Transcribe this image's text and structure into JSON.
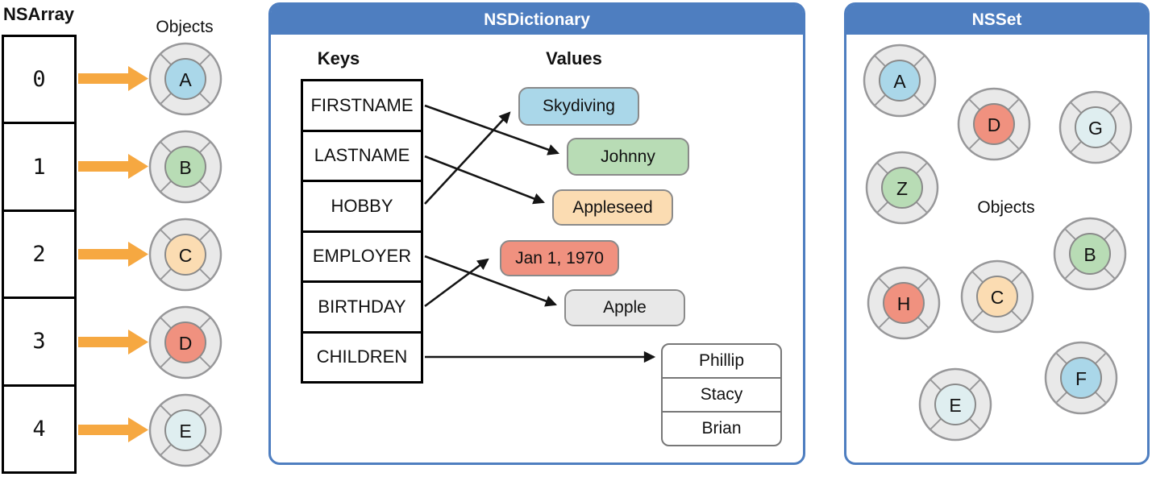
{
  "palette": {
    "header_blue": "#4E7EC0",
    "panel_border_blue": "#4E7EC0",
    "arrow_orange": "#F6A841",
    "arrow_black": "#151515",
    "ring_fill": "#E9E9E9",
    "ring_border": "#98989A",
    "inner_border": "#8a8a8a",
    "token_colors": {
      "lightblue": "#AAD7E9",
      "green": "#B8DCB5",
      "peach": "#FBDCB2",
      "salmon": "#F0917F",
      "palecyan": "#DFEEF0",
      "gray": "#E8E8E8"
    }
  },
  "nsarray": {
    "title": "NSArray",
    "objects_label": "Objects",
    "items": [
      {
        "index": "0",
        "letter": "A",
        "color": "lightblue"
      },
      {
        "index": "1",
        "letter": "B",
        "color": "green"
      },
      {
        "index": "2",
        "letter": "C",
        "color": "peach"
      },
      {
        "index": "3",
        "letter": "D",
        "color": "salmon"
      },
      {
        "index": "4",
        "letter": "E",
        "color": "palecyan"
      }
    ]
  },
  "nsdictionary": {
    "title": "NSDictionary",
    "keys_label": "Keys",
    "values_label": "Values",
    "keys": [
      "FIRSTNAME",
      "LASTNAME",
      "HOBBY",
      "EMPLOYER",
      "BIRTHDAY",
      "CHILDREN"
    ],
    "value_pills": [
      {
        "text": "Skydiving",
        "color": "lightblue"
      },
      {
        "text": "Johnny",
        "color": "green"
      },
      {
        "text": "Appleseed",
        "color": "peach"
      },
      {
        "text": "Jan 1, 1970",
        "color": "salmon"
      },
      {
        "text": "Apple",
        "color": "gray"
      }
    ],
    "mappings": [
      {
        "key": "FIRSTNAME",
        "value": "Johnny"
      },
      {
        "key": "LASTNAME",
        "value": "Appleseed"
      },
      {
        "key": "HOBBY",
        "value": "Skydiving"
      },
      {
        "key": "EMPLOYER",
        "value": "Apple"
      },
      {
        "key": "BIRTHDAY",
        "value": "Jan 1, 1970"
      },
      {
        "key": "CHILDREN",
        "value": "Phillip, Stacy, Brian"
      }
    ],
    "children_list": [
      "Phillip",
      "Stacy",
      "Brian"
    ]
  },
  "nsset": {
    "title": "NSSet",
    "objects_label": "Objects",
    "members": [
      {
        "letter": "A",
        "color": "lightblue"
      },
      {
        "letter": "D",
        "color": "salmon"
      },
      {
        "letter": "G",
        "color": "palecyan"
      },
      {
        "letter": "Z",
        "color": "green"
      },
      {
        "letter": "B",
        "color": "green"
      },
      {
        "letter": "H",
        "color": "salmon"
      },
      {
        "letter": "C",
        "color": "peach"
      },
      {
        "letter": "F",
        "color": "lightblue"
      },
      {
        "letter": "E",
        "color": "palecyan"
      }
    ]
  }
}
